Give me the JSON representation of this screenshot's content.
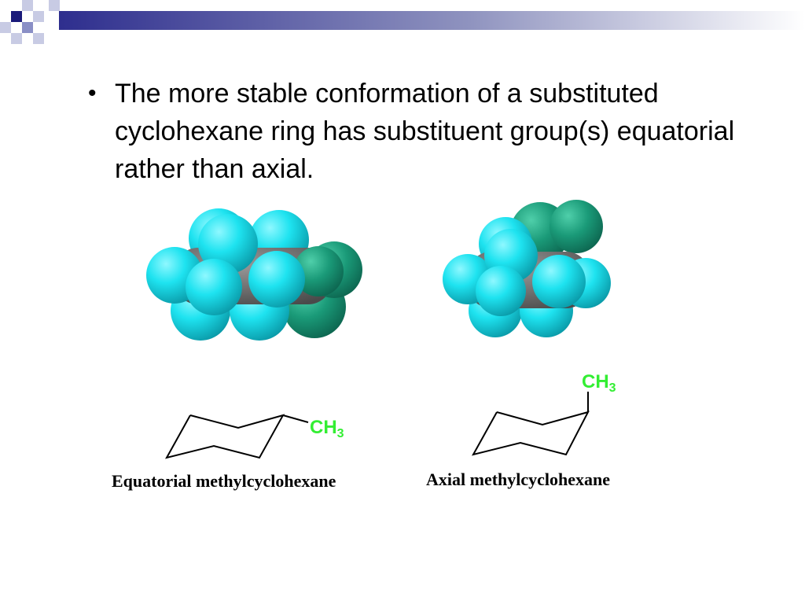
{
  "bullet": {
    "marker": "•",
    "text": "The more stable conformation of a substituted cyclohexane ring has substituent group(s) equatorial rather than axial."
  },
  "structures": {
    "equatorial": {
      "caption": "Equatorial methylcyclohexane",
      "group_main": "CH",
      "group_sub": "3"
    },
    "axial": {
      "caption": "Axial methylcyclohexane",
      "group_main": "CH",
      "group_sub": "3"
    }
  },
  "colors": {
    "hydrogen_atom": "#1ee3f0",
    "methyl_group": "#1a9a78",
    "carbon_backbone": "#666666",
    "ch3_label": "#33ee33",
    "header_decor": "#2e2e8e"
  },
  "icons": {
    "header": "slide-header-decoration"
  }
}
